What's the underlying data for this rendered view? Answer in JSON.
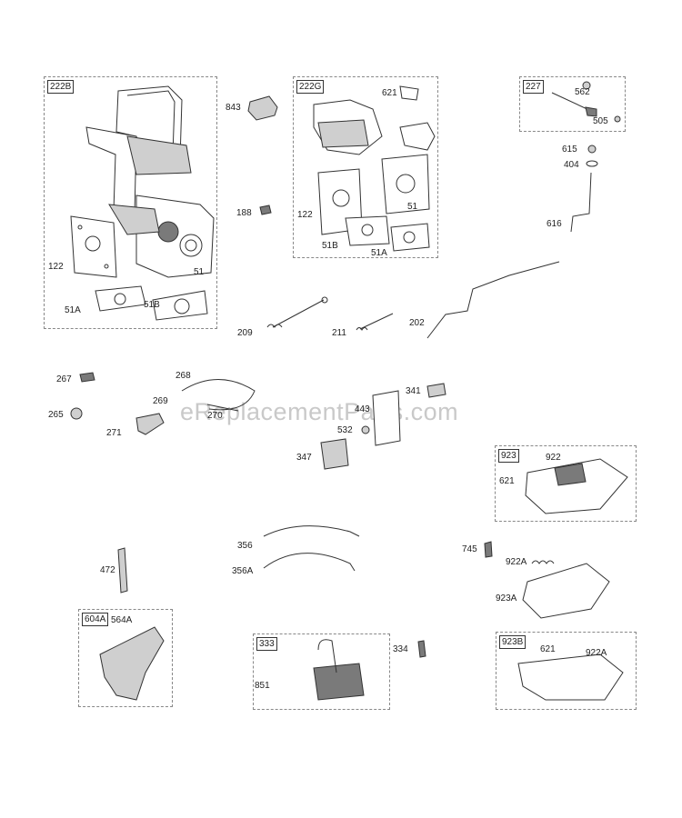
{
  "watermark": "eReplacementParts.com",
  "boxes": {
    "b222b": "222B",
    "b222g": "222G",
    "b227": "227",
    "b923": "923",
    "b604a": "604A",
    "b333": "333",
    "b923b": "923B"
  },
  "labels": {
    "p843": "843",
    "p621a": "621",
    "p562": "562",
    "p505": "505",
    "p615": "615",
    "p404": "404",
    "p188": "188",
    "p122a": "122",
    "p51a": "51",
    "p51Aa": "51A",
    "p51Ba": "51B",
    "p122b": "122",
    "p51b": "51",
    "p51Bb": "51B",
    "p51Ab": "51A",
    "p616": "616",
    "p209": "209",
    "p211": "211",
    "p202": "202",
    "p267": "267",
    "p268": "268",
    "p269": "269",
    "p265": "265",
    "p271": "271",
    "p270": "270",
    "p341": "341",
    "p443": "443",
    "p532": "532",
    "p347": "347",
    "p922a": "922",
    "p621b": "621",
    "p745": "745",
    "p922Aa": "922A",
    "p923A": "923A",
    "p356": "356",
    "p356A": "356A",
    "p472": "472",
    "p564A": "564A",
    "p334": "334",
    "p851": "851",
    "p621c": "621",
    "p922Ab": "922A"
  }
}
